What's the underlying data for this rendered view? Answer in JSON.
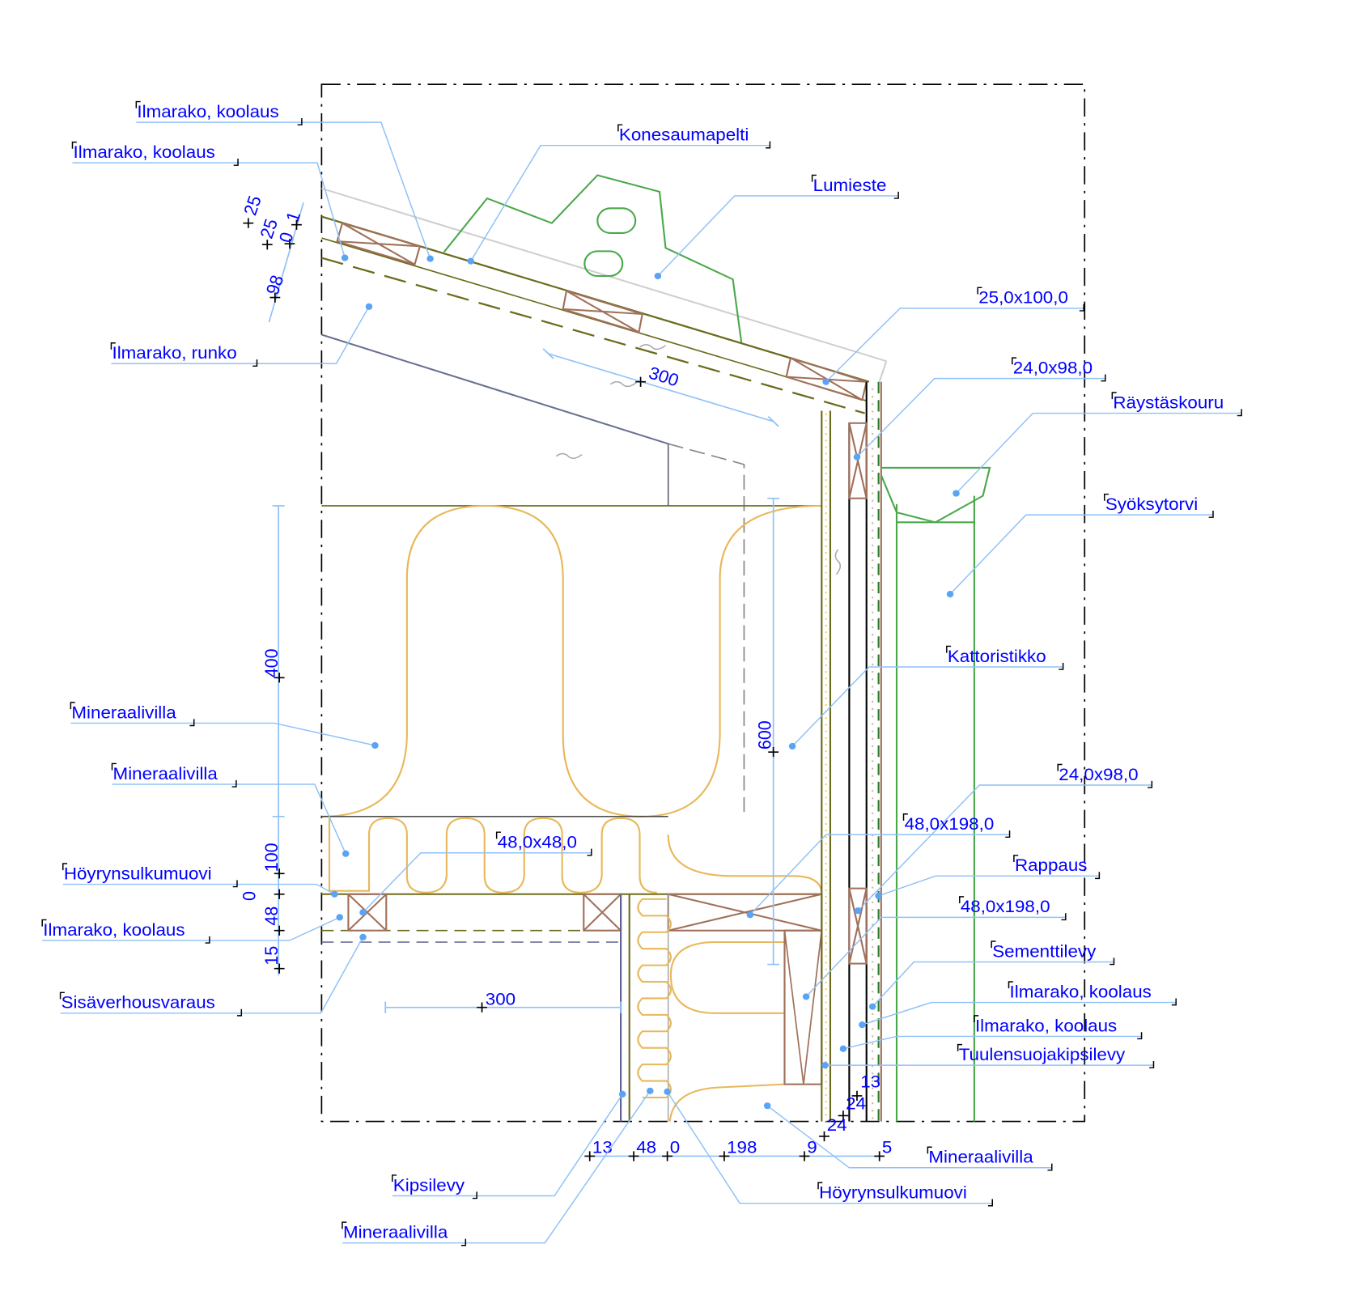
{
  "labels": [
    "Ilmarako, koolaus",
    "Ilmarako, koolaus",
    "Konesaumapelti",
    "Lumieste",
    "Ilmarako, runko",
    "25,0x100,0",
    "24,0x98,0",
    "Räystäskouru",
    "Syöksytorvi",
    "Kattoristikko",
    "Mineraalivilla",
    "Mineraalivilla",
    "48,0x48,0",
    "Höyrynsulkumuovi",
    "Ilmarako, koolaus",
    "Sisäverhousvaraus",
    "24,0x98,0",
    "48,0x198,0",
    "Rappaus",
    "48,0x198,0",
    "Sementtilevy",
    "Ilmarako, koolaus",
    "Ilmarako, koolaus",
    "Tuulensuojakipsilevy",
    "Mineraalivilla",
    "Höyrynsulkumuovi",
    "Kipsilevy",
    "Mineraalivilla"
  ],
  "dimensions": {
    "roof_stack": [
      "25",
      "25",
      "0",
      "1",
      "98"
    ],
    "roof_spacing": "300",
    "ceiling_stack": [
      "400",
      "100",
      "0",
      "48",
      "15"
    ],
    "wall_height": "600",
    "floor_spacing": "300",
    "bottom_row": [
      "13",
      "48",
      "0",
      "198",
      "9",
      "5"
    ],
    "right_stack": [
      "13",
      "24",
      "24"
    ]
  },
  "colors": {
    "label": "#0000ff",
    "leader": "#8fc1f7",
    "timber": "#a0705a",
    "insulation": "#e8b85a",
    "sheet_metal": "#4aa84a",
    "membrane": "#6b6b1e"
  }
}
